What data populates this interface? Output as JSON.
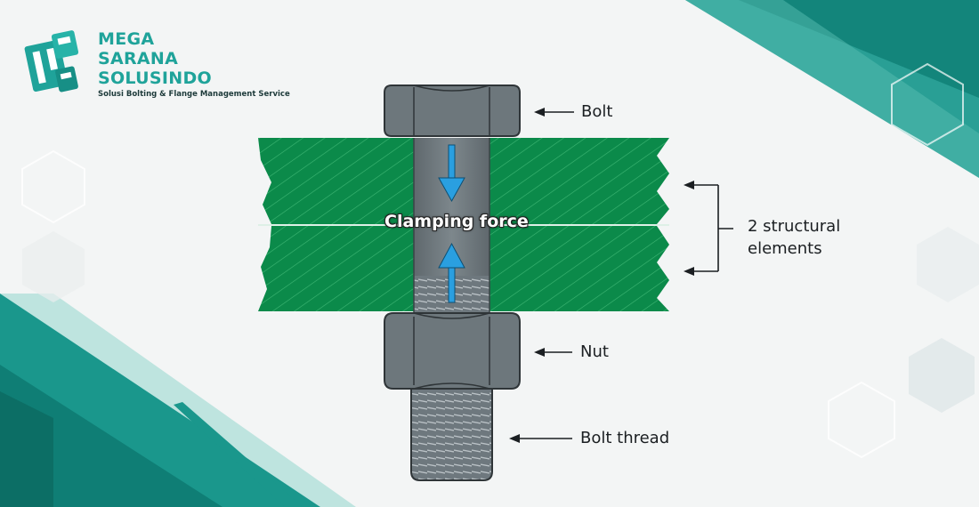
{
  "brand": {
    "name_line1": "MEGA",
    "name_line2": "SARANA",
    "name_line3": "SOLUSINDO",
    "tagline": "Solusi Bolting & Flange Management Service",
    "logo_icon": "msi-monogram-icon"
  },
  "diagram": {
    "center_label": "Clamping force",
    "labels": {
      "bolt": "Bolt",
      "structural_line1": "2 structural",
      "structural_line2": "elements",
      "nut": "Nut",
      "bolt_thread": "Bolt thread"
    }
  },
  "colors": {
    "teal": "#1fa39a",
    "plate_green": "#0b8a4a",
    "bolt_gray": "#707a80",
    "arrow_blue": "#2a9fe0",
    "background": "#f3f5f5"
  }
}
